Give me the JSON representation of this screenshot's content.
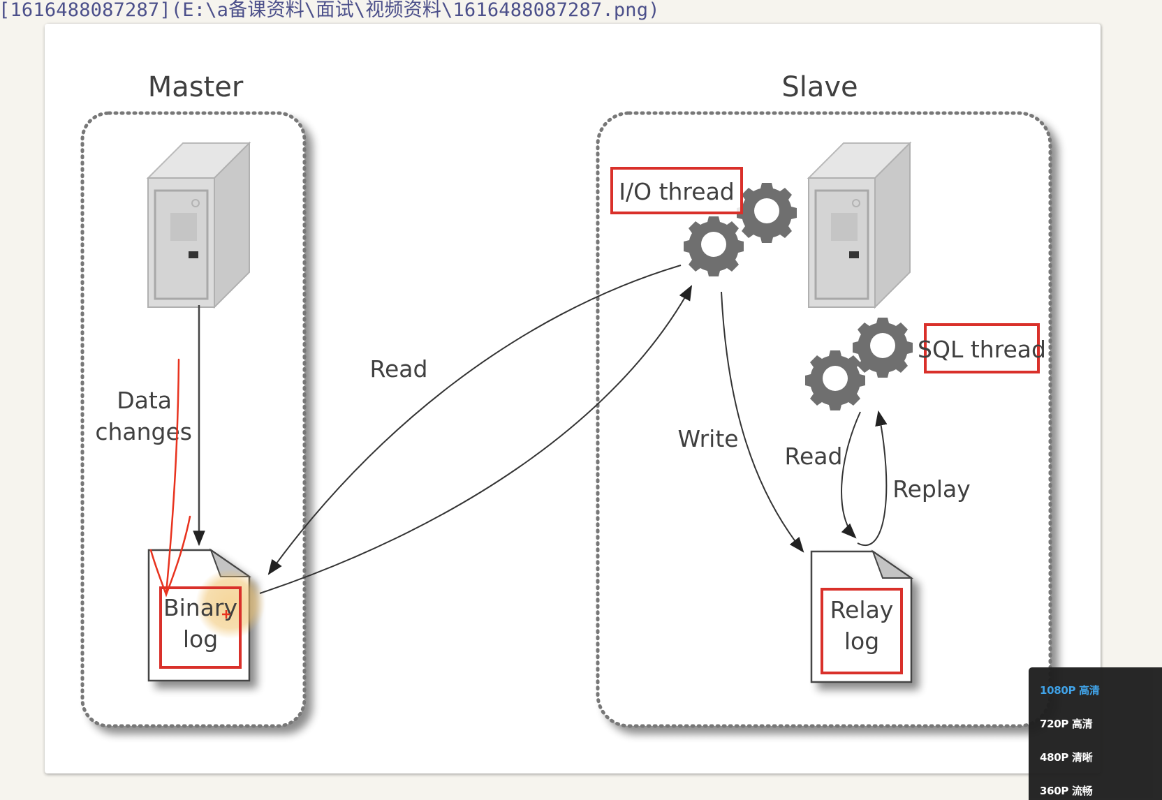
{
  "markdown_line": "[1616488087287](E:\\a备课资料\\面试\\视频资料\\1616488087287.png)",
  "diagram": {
    "master": {
      "title": "Master",
      "data_changes_label_line1": "Data",
      "data_changes_label_line2": "changes",
      "binary_log_line1": "Binary",
      "binary_log_line2": "log"
    },
    "slave": {
      "title": "Slave",
      "io_thread": "I/O thread",
      "sql_thread": "SQL thread",
      "write_label": "Write",
      "read_label": "Read",
      "replay_label": "Replay",
      "relay_log_line1": "Relay",
      "relay_log_line2": "log"
    },
    "read_arrow_label": "Read",
    "highlight_color": "#d9302a",
    "annotation_color": "#e8321e"
  },
  "quality_menu": {
    "items": [
      {
        "label": "1080P 高清",
        "selected": true
      },
      {
        "label": "720P 高清",
        "selected": false
      },
      {
        "label": "480P 清晰",
        "selected": false
      },
      {
        "label": "360P 流畅",
        "selected": false
      }
    ],
    "selected_color": "#3aa0e8"
  }
}
